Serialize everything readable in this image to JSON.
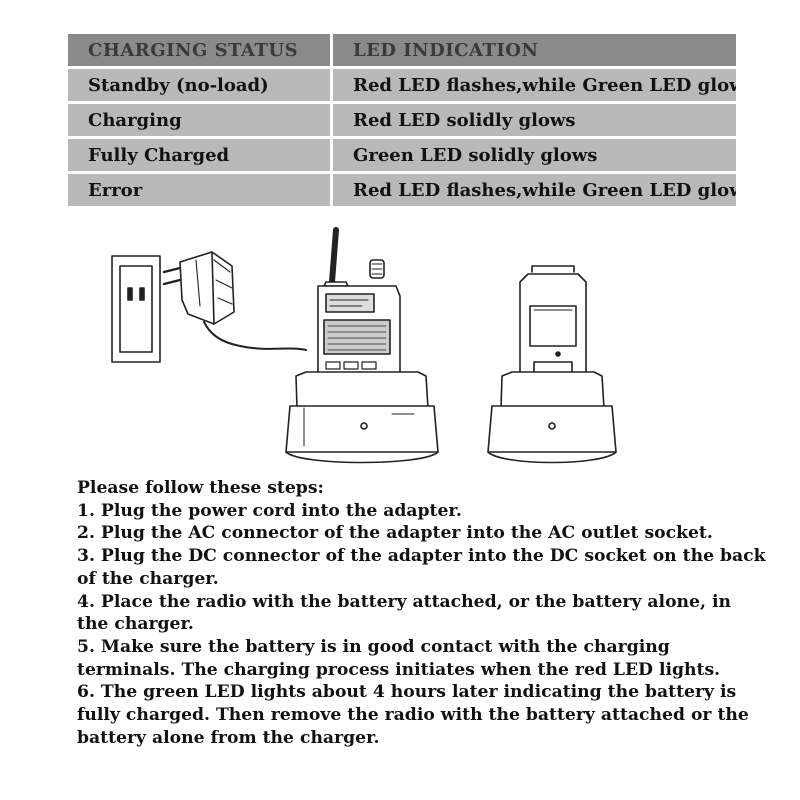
{
  "table": {
    "headers": [
      "CHARGING STATUS",
      "LED INDICATION"
    ],
    "rows": [
      [
        "Standby (no-load)",
        "Red LED flashes,while Green LED glows"
      ],
      [
        "Charging",
        "Red LED solidly glows"
      ],
      [
        "Fully Charged",
        "Green LED solidly glows"
      ],
      [
        "Error",
        "Red LED flashes,while Green LED glows"
      ]
    ]
  },
  "illustration": {
    "items": [
      "wall-outlet-icon",
      "power-adapter-icon",
      "radio-icon",
      "charger-base-icon",
      "battery-icon"
    ]
  },
  "instructions": {
    "intro": "Please follow these steps:",
    "steps": [
      "1. Plug the power cord into the adapter.",
      "2. Plug the AC connector of the adapter into the AC outlet socket.",
      "3. Plug the DC connector of the adapter into the DC socket on the back of the charger.",
      "4. Place the radio with the battery attached, or the battery alone, in the charger.",
      "5. Make sure the battery is in good contact with the charging terminals. The charging process initiates    when the red LED lights.",
      "6. The green LED lights about 4 hours later indicating the battery is fully charged. Then remove the radio with the battery attached or the battery alone from the charger."
    ]
  }
}
